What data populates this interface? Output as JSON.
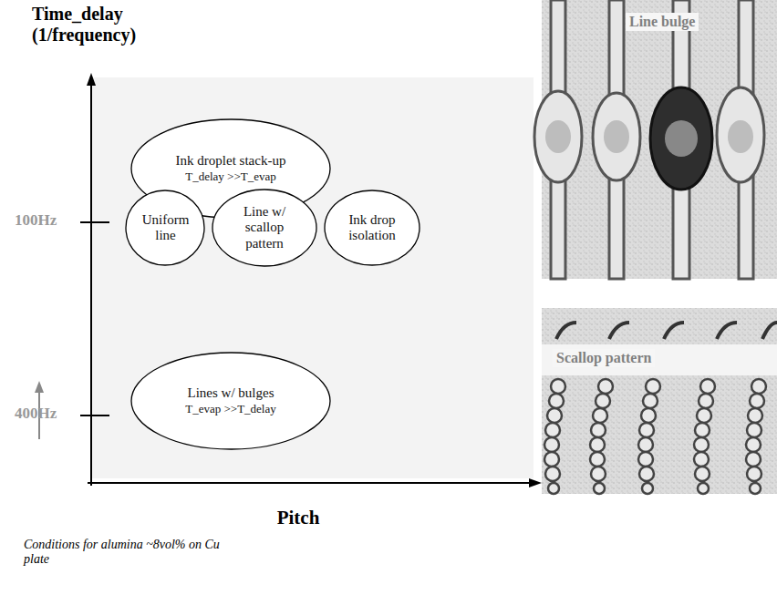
{
  "diagram": {
    "nodes": [
      {
        "text": [
          "Ink droplet stack-up",
          "T_delay >>T_evap"
        ]
      },
      {
        "text": [
          "Uniform line"
        ]
      },
      {
        "text": [
          "Line w/ scallop pattern"
        ]
      },
      {
        "text": [
          "Ink drop isolation"
        ]
      },
      {
        "text": [
          "Lines w/ bulges",
          "T_evap >>T_delay"
        ]
      }
    ],
    "labels": [
      "Time_delay (1/frequency)",
      "100Hz",
      "400Hz",
      "Pitch",
      "Line bulge",
      "Scallop pattern",
      "Conditions for alumina ~8vol% on Cu plate"
    ]
  }
}
